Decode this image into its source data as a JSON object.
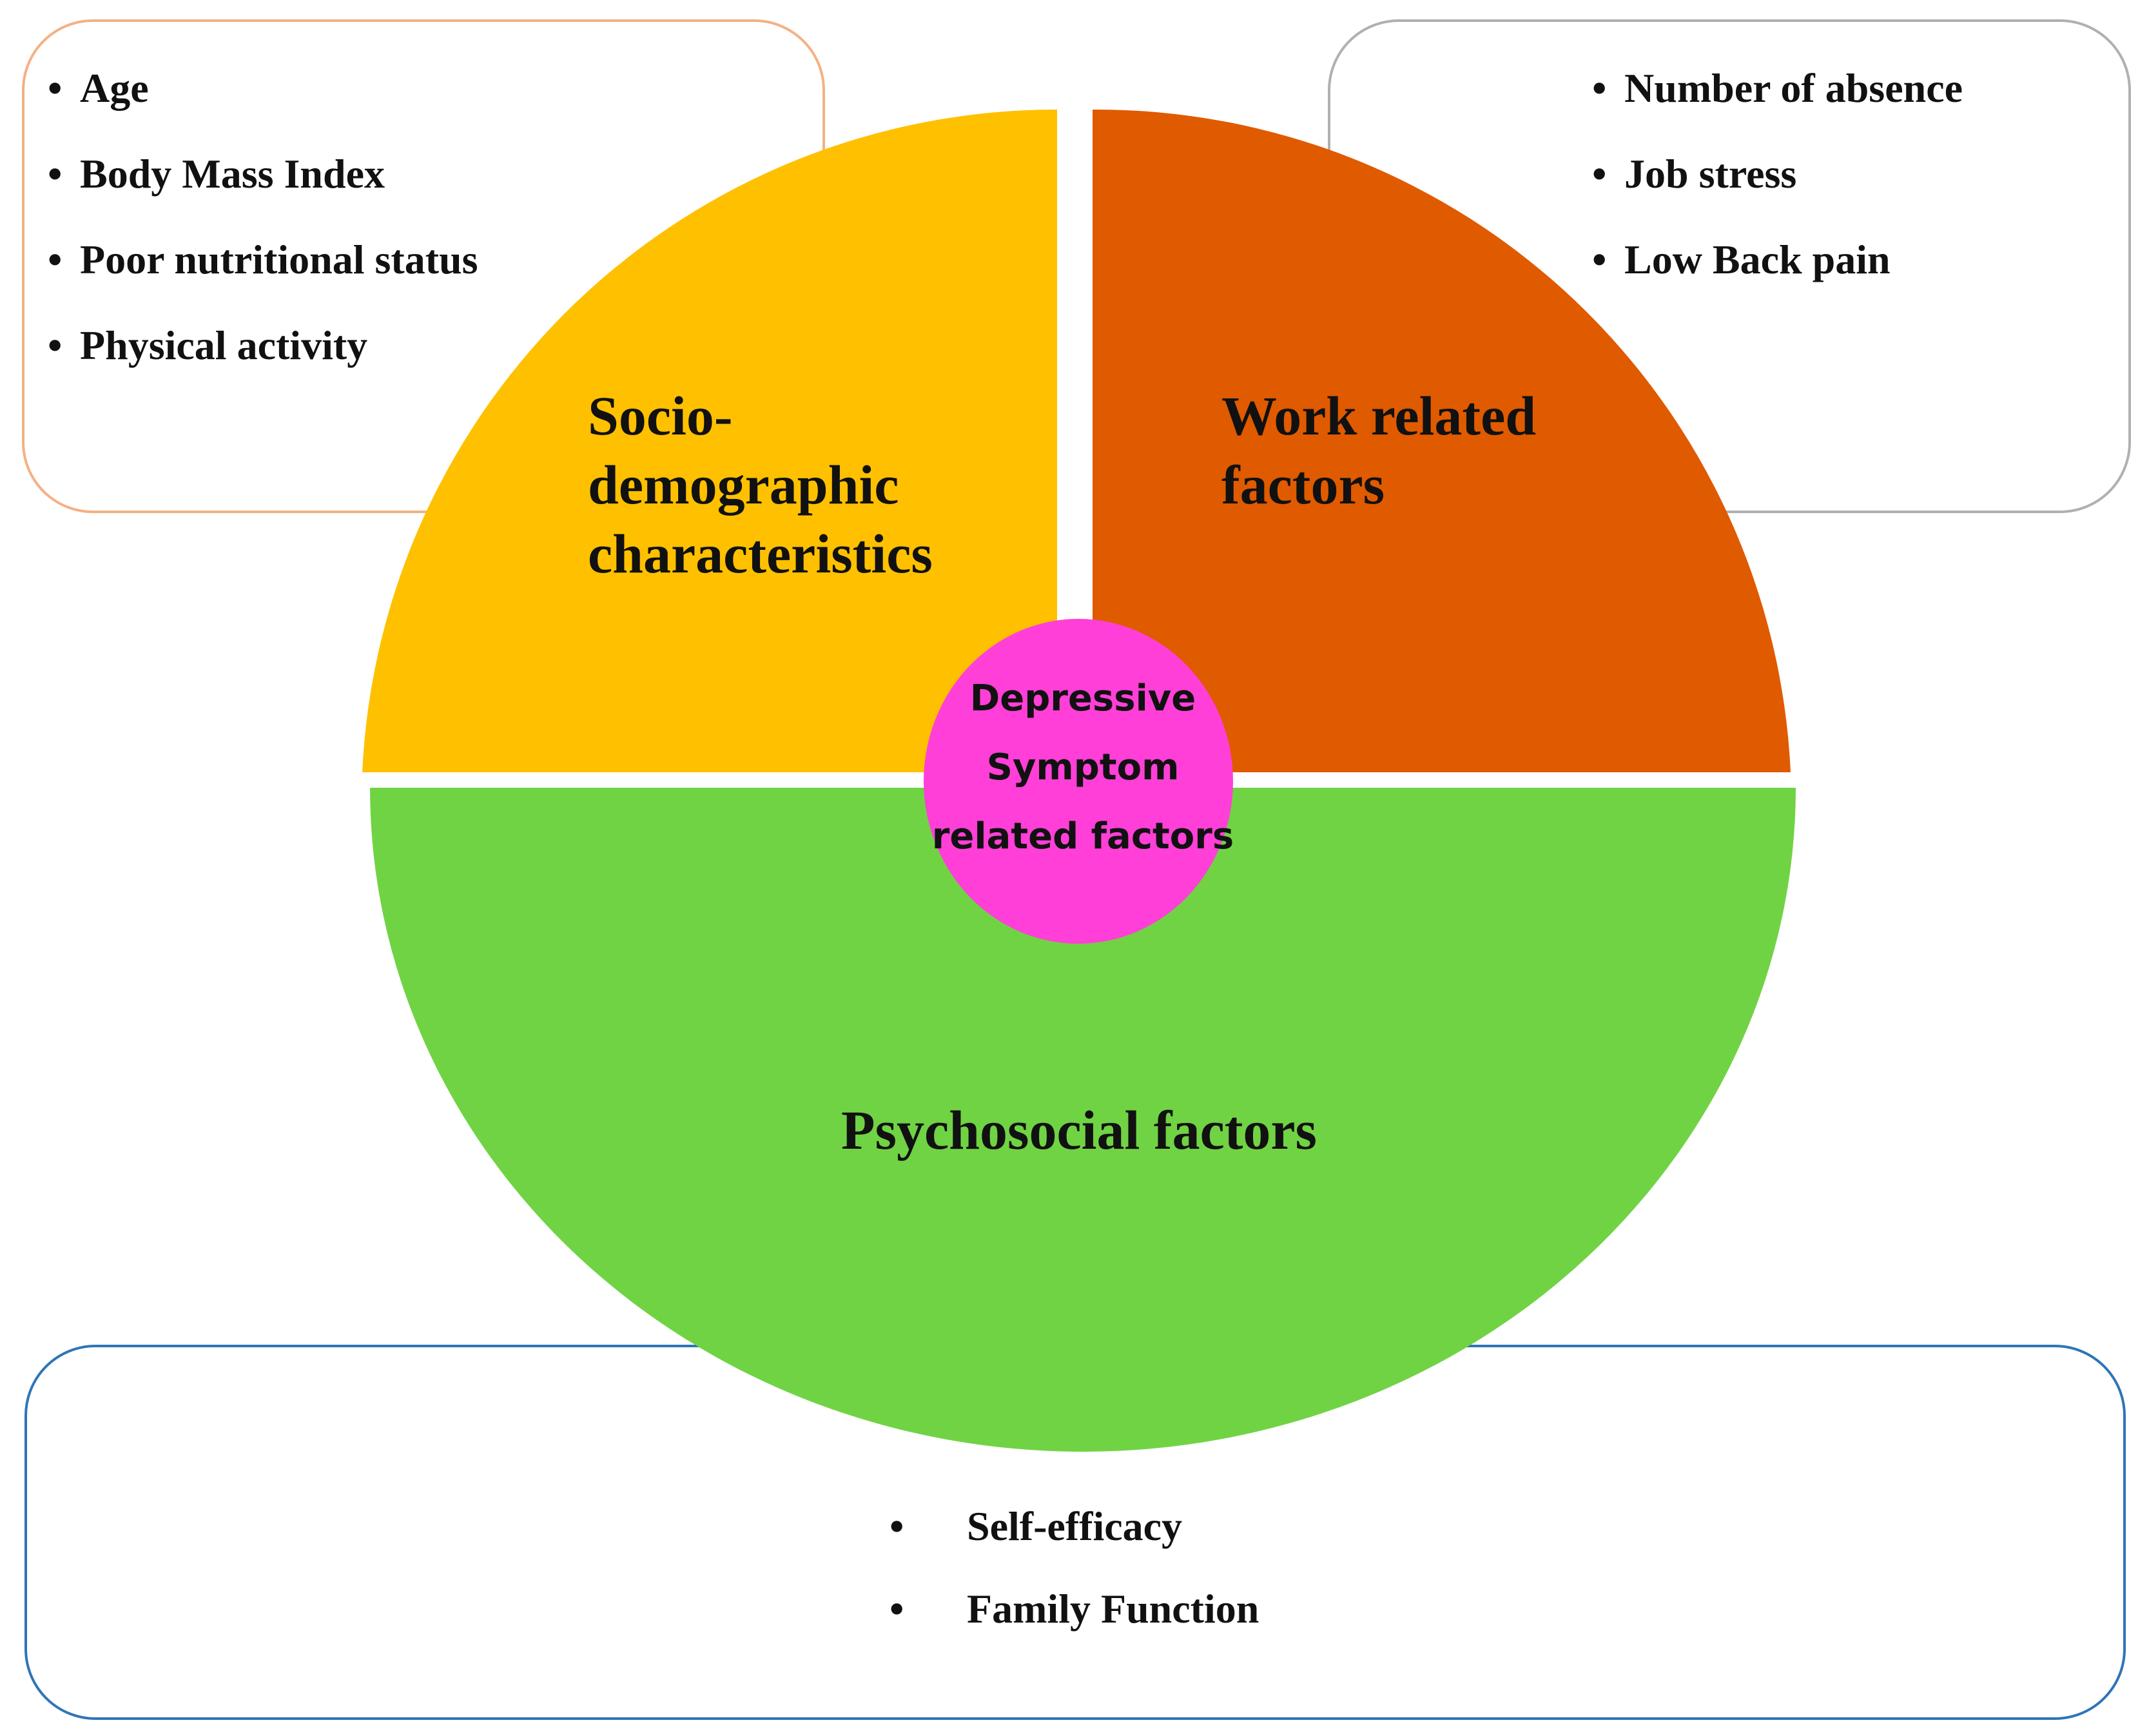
{
  "colors": {
    "socio_fill": "#FFC000",
    "work_fill": "#E05A00",
    "psycho_fill": "#70D344",
    "center_fill": "#FF3FD8",
    "socio_border": "#F4B183",
    "work_border": "#B0B0B0",
    "psycho_border": "#2E75B6"
  },
  "center": {
    "lines": [
      "Depressive",
      "Symptom",
      "related factors"
    ]
  },
  "segments": {
    "socio": {
      "label_lines": [
        "Socio-",
        "demographic",
        "characteristics"
      ],
      "items": [
        "Age",
        "Body Mass Index",
        "Poor nutritional status",
        "Physical activity"
      ]
    },
    "work": {
      "label_lines": [
        "Work related",
        "factors"
      ],
      "items": [
        "Number of absence",
        "Job stress",
        "Low Back pain"
      ]
    },
    "psycho": {
      "label": "Psychosocial factors",
      "items": [
        "Self-efficacy",
        "Family Function"
      ]
    }
  },
  "bullet_char": "•"
}
